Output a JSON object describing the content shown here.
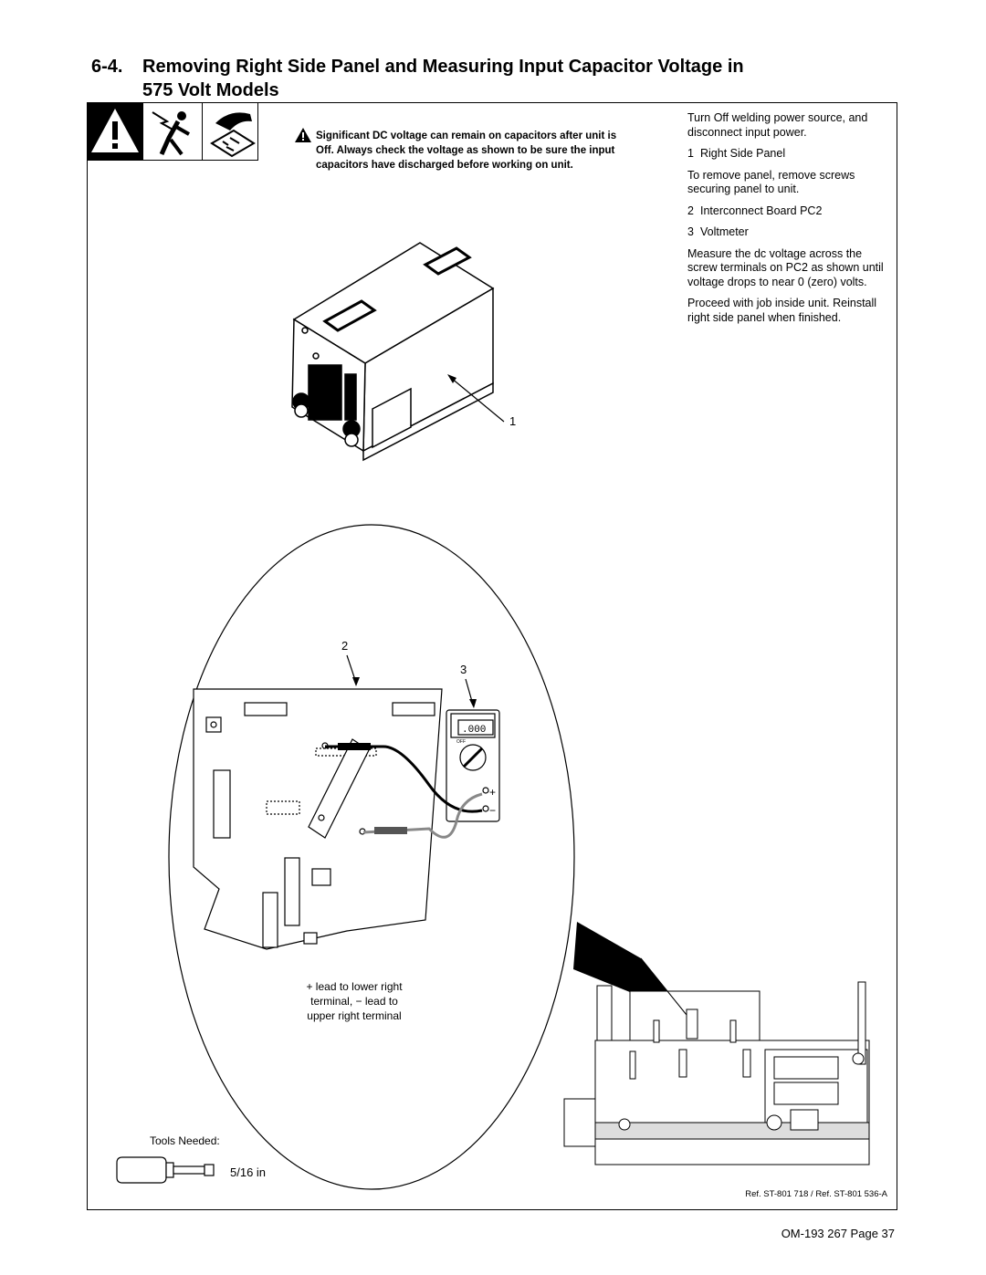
{
  "heading": {
    "number": "6-4.",
    "title_line1": "Removing Right Side Panel and Measuring Input Capacitor Voltage in",
    "title_line2": "575 Volt Models"
  },
  "warning": {
    "text": "Significant DC voltage can remain on capacitors after unit is Off. Always check the voltage as shown to be sure the input capacitors have discharged before working on unit.",
    "icons": [
      "general-warning-icon",
      "electric-shock-icon",
      "hand-on-capacitor-icon"
    ]
  },
  "instructions": {
    "intro": "Turn Off welding power source, and disconnect input power.",
    "items": [
      {
        "num": "1",
        "label": "Right Side Panel"
      },
      {
        "num": "2",
        "label": "Interconnect Board PC2"
      },
      {
        "num": "3",
        "label": "Voltmeter"
      }
    ],
    "remove_panel": "To remove panel, remove screws securing panel to unit.",
    "measure": "Measure the dc voltage across the screw terminals on PC2 as shown until voltage drops to near 0 (zero) volts.",
    "proceed": "Proceed with job inside unit. Reinstall right side panel when finished."
  },
  "figure": {
    "callout_1": "1",
    "callout_2": "2",
    "callout_3": "3",
    "meter_reading": ".000",
    "meter_off": "OFF",
    "meter_plus": "+",
    "meter_minus": "−",
    "caption_line1": "+ lead to lower right",
    "caption_line2": "terminal, − lead to",
    "caption_line3": "upper right terminal"
  },
  "tools": {
    "label": "Tools Needed:",
    "size": "5/16 in"
  },
  "reference": "Ref. ST-801 718 / Ref. ST-801 536-A",
  "footer": "OM-193 267 Page 37"
}
